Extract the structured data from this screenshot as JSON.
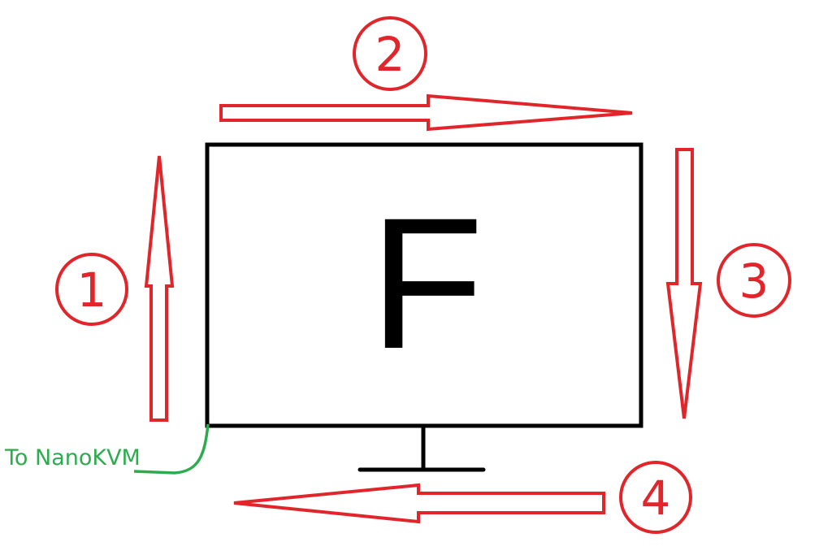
{
  "diagram": {
    "screen_letter": "F",
    "cable_label": "To NanoKVM",
    "colors": {
      "arrow": "#e0262b",
      "monitor": "#000000",
      "cable": "#2eaa4f",
      "background": "#ffffff"
    },
    "steps": [
      {
        "number": "1",
        "direction": "up",
        "position": "left"
      },
      {
        "number": "2",
        "direction": "right",
        "position": "top"
      },
      {
        "number": "3",
        "direction": "down",
        "position": "right"
      },
      {
        "number": "4",
        "direction": "left",
        "position": "bottom"
      }
    ]
  }
}
